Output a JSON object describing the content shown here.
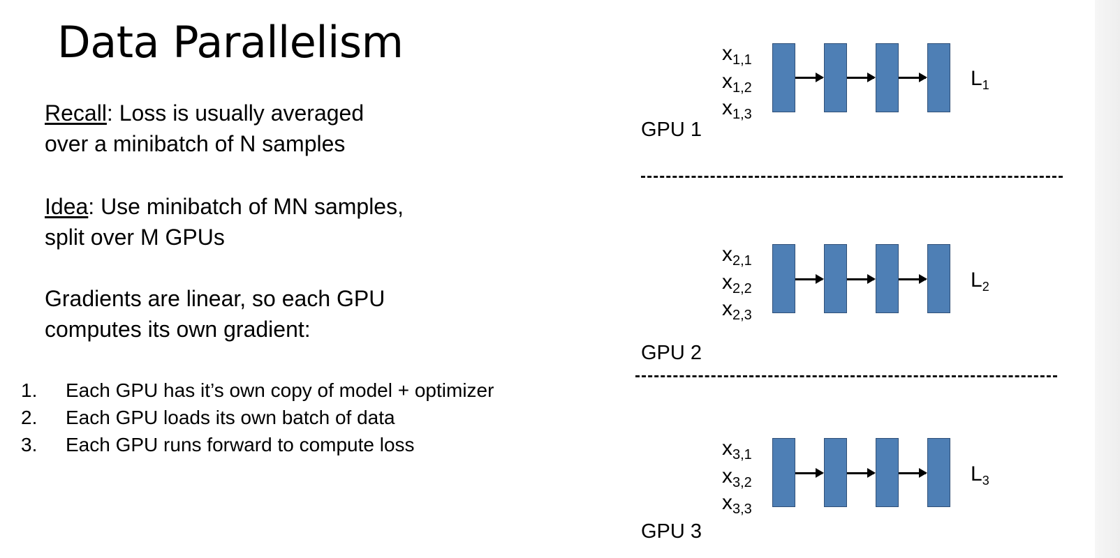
{
  "slide": {
    "title": "Data Parallelism",
    "recall": {
      "label": "Recall",
      "line1": ": Loss is usually averaged",
      "line2": "over a minibatch of N samples"
    },
    "idea": {
      "label": "Idea",
      "line1": ": Use minibatch of MN samples,",
      "line2": "split over M GPUs"
    },
    "gradients": {
      "line1": "Gradients are linear, so each GPU",
      "line2": "computes its own gradient:"
    },
    "steps": [
      {
        "num": "1.",
        "text": "Each GPU has it’s own copy of model + optimizer"
      },
      {
        "num": "2.",
        "text": "Each GPU loads its own batch of data"
      },
      {
        "num": "3.",
        "text": "Each GPU runs forward to compute loss"
      }
    ]
  },
  "diagram": {
    "gpus": [
      {
        "label": "GPU 1",
        "inputs": [
          {
            "x": "x",
            "sub": "1,1"
          },
          {
            "x": "x",
            "sub": "1,2"
          },
          {
            "x": "x",
            "sub": "1,3"
          }
        ],
        "loss": {
          "text": "L",
          "sub": "1"
        }
      },
      {
        "label": "GPU 2",
        "inputs": [
          {
            "x": "x",
            "sub": "2,1"
          },
          {
            "x": "x",
            "sub": "2,2"
          },
          {
            "x": "x",
            "sub": "2,3"
          }
        ],
        "loss": {
          "text": "L",
          "sub": "2"
        }
      },
      {
        "label": "GPU 3",
        "inputs": [
          {
            "x": "x",
            "sub": "3,1"
          },
          {
            "x": "x",
            "sub": "3,2"
          },
          {
            "x": "x",
            "sub": "3,3"
          }
        ],
        "loss": {
          "text": "L",
          "sub": "3"
        }
      }
    ],
    "colors": {
      "layer_fill": "#4e7fb5",
      "layer_border": "#2f4f77",
      "text": "#000000"
    }
  }
}
